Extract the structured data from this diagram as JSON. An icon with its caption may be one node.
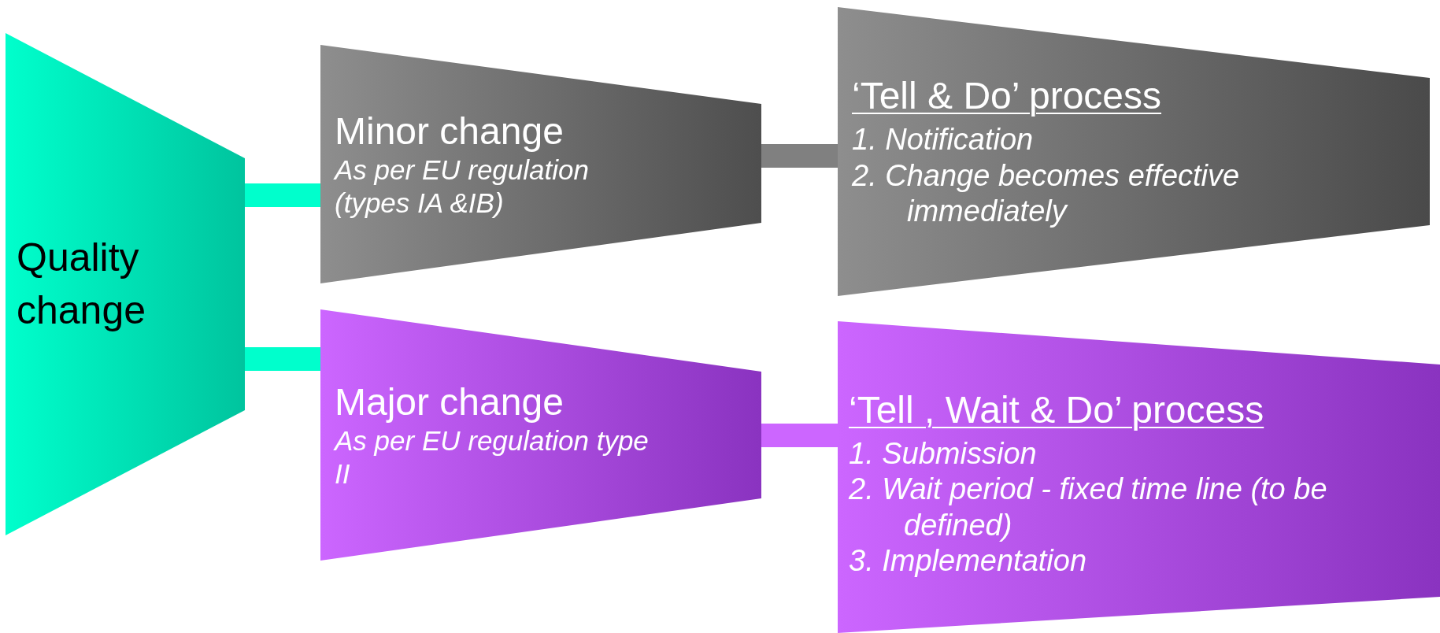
{
  "diagram": {
    "nodes": [
      {
        "text": [
          "Quality change"
        ]
      },
      {
        "text": [
          "Minor change",
          "As per EU regulation (types IA &IB)"
        ]
      },
      {
        "text": [
          "Major change",
          "As per EU regulation type II"
        ]
      },
      {
        "text": [
          "‘Tell & Do’ process",
          "1. Notification",
          "2. Change becomes effective immediately"
        ]
      },
      {
        "text": [
          "‘Tell , Wait & Do’ process",
          "1. Submission",
          "2. Wait period - fixed time line (to be defined)",
          "3. Implementation"
        ]
      }
    ],
    "edges": [
      {
        "from": 0,
        "to": 1,
        "arrow": "none"
      },
      {
        "from": 0,
        "to": 2,
        "arrow": "none"
      },
      {
        "from": 1,
        "to": 3,
        "arrow": "none",
        "color": "#808080"
      },
      {
        "from": 2,
        "to": 4,
        "arrow": "none",
        "color": "#cc66ff"
      }
    ]
  }
}
